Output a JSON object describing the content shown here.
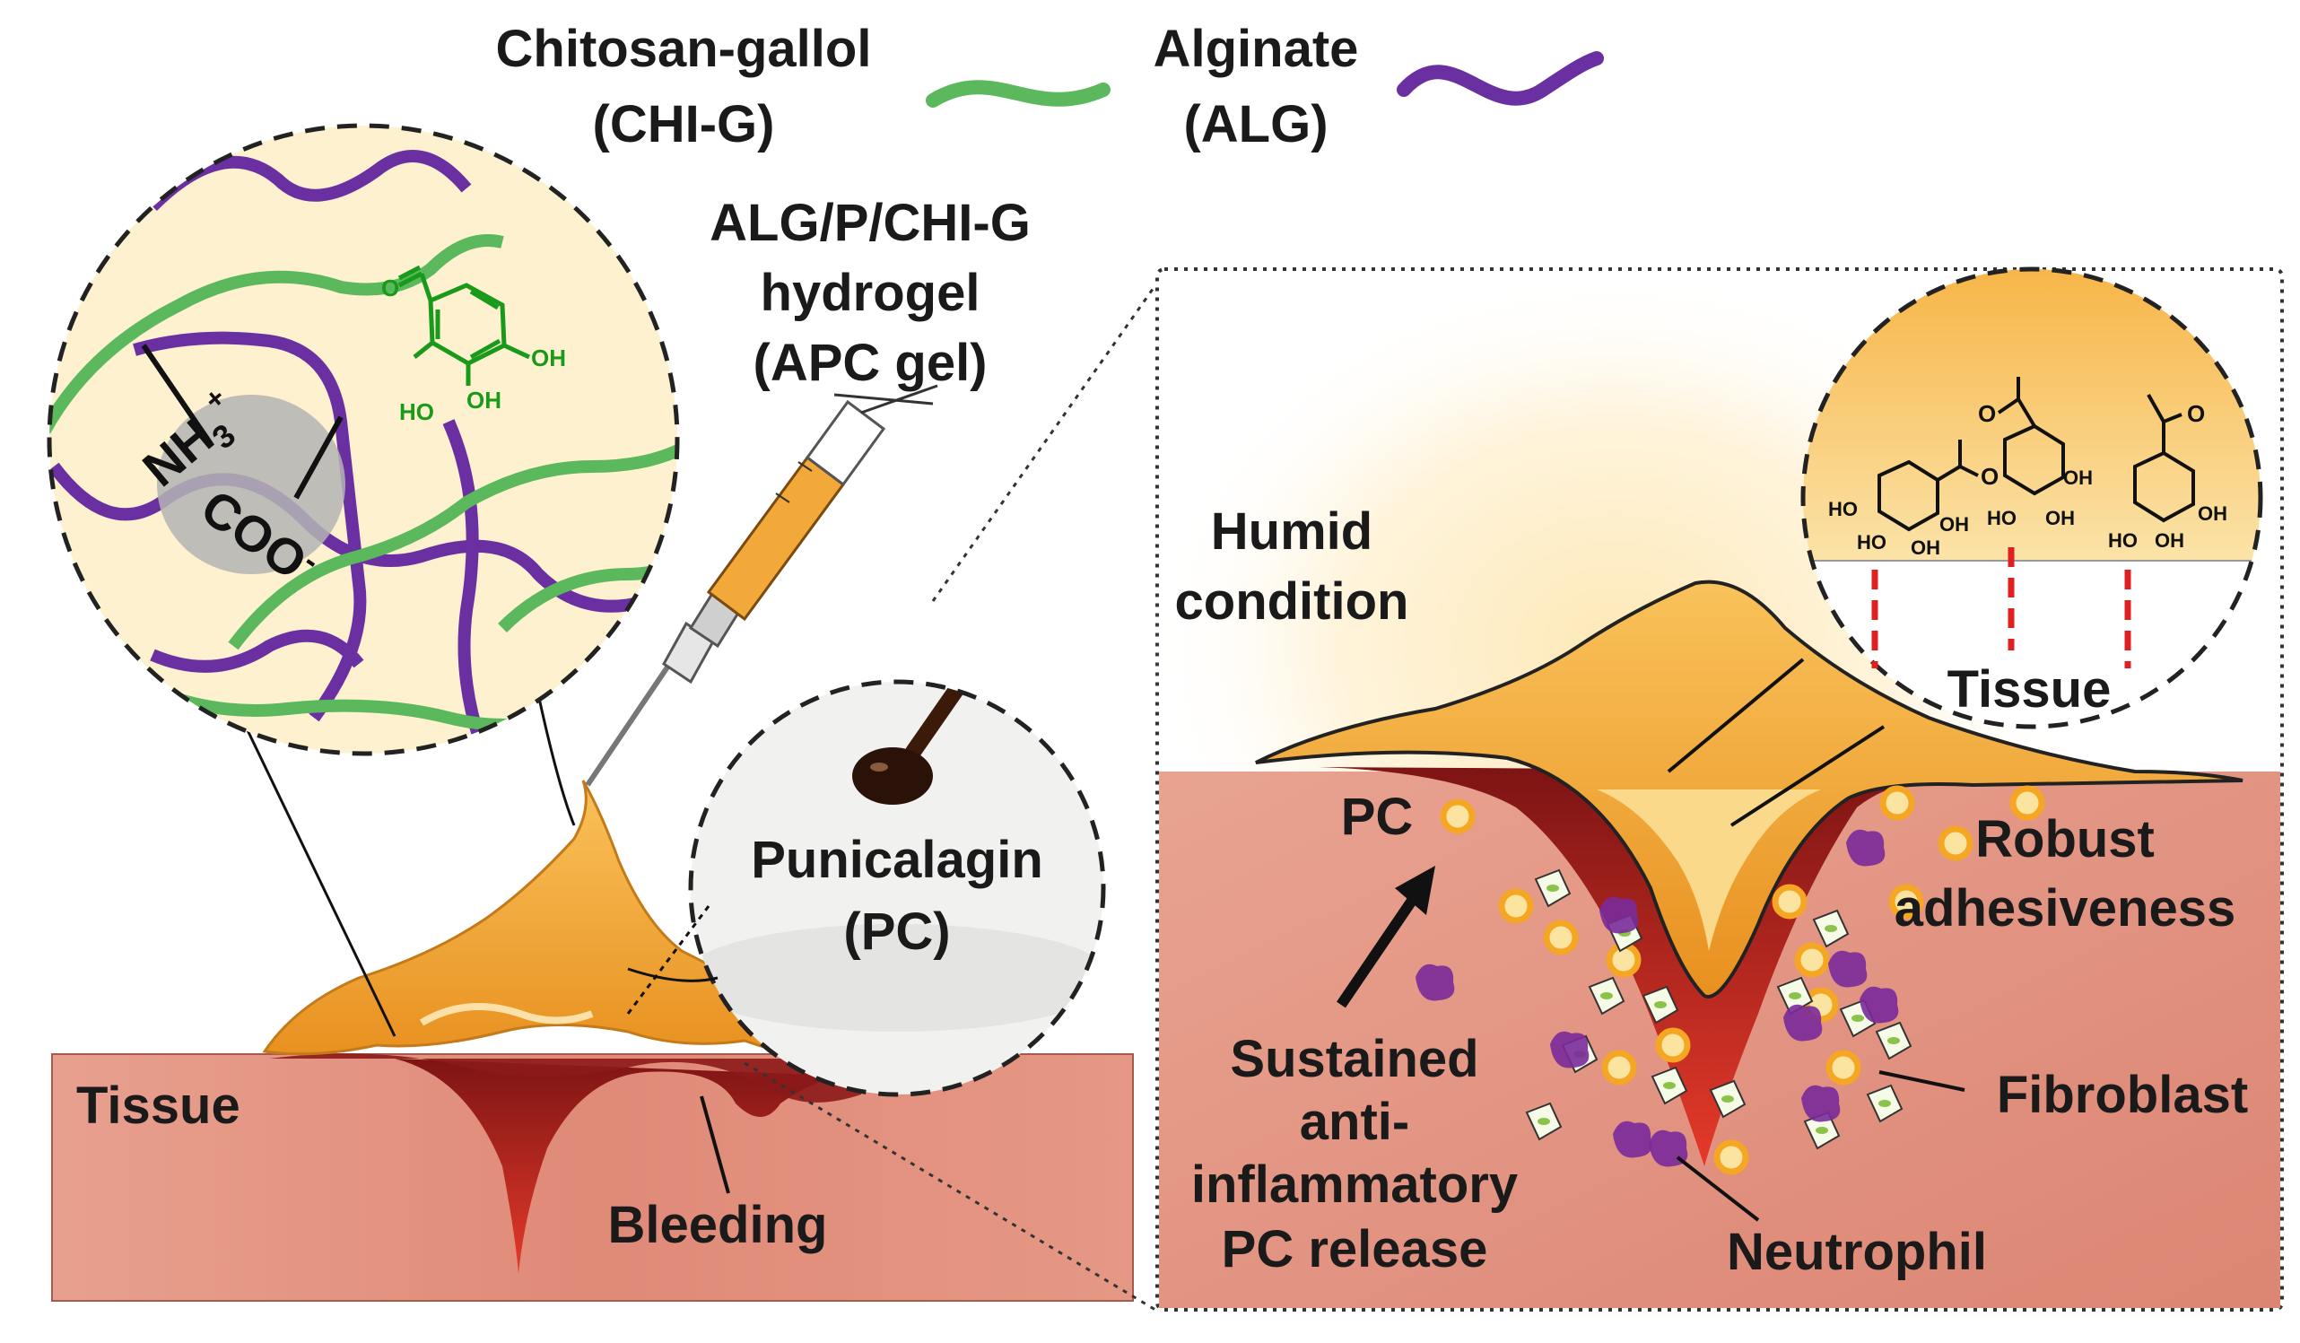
{
  "legend": {
    "chitosan_line1": "Chitosan-gallol",
    "chitosan_line2": "(CHI-G)",
    "alginate_line1": "Alginate",
    "alginate_line2": "(ALG)"
  },
  "hydrogel": {
    "line1": "ALG/P/CHI-G",
    "line2": "hydrogel",
    "line3": "(APC gel)"
  },
  "network": {
    "amine": "NH",
    "amine_sub": "3",
    "amine_sup": "+",
    "carboxylate": "COO",
    "carboxylate_sup": "-",
    "carbonyl_o": "O",
    "hydroxyl_right": "OH",
    "hydroxyl_lower": "OH",
    "hydroxyl_left": "HO"
  },
  "punicalagin": {
    "line1": "Punicalagin",
    "line2": "(PC)"
  },
  "left_panel": {
    "tissue": "Tissue",
    "bleeding": "Bleeding"
  },
  "right_panel": {
    "humid_line1": "Humid",
    "humid_line2": "condition",
    "tissue_inset": "Tissue",
    "pc": "PC",
    "robust_line1": "Robust",
    "robust_line2": "adhesiveness",
    "fibroblast": "Fibroblast",
    "neutrophil": "Neutrophil",
    "release_line1": "Sustained",
    "release_line2": "anti-",
    "release_line3": "inflammatory",
    "release_line4": "PC release"
  },
  "inset_chem": {
    "o1": "O",
    "o2": "O",
    "o3": "O",
    "ho1": "HO",
    "oh1": "OH",
    "ho1b": "HO",
    "oh1b": "OH",
    "ho2": "HO",
    "oh2": "OH",
    "oh2b": "OH",
    "ho3": "HO",
    "oh3": "OH",
    "oh3b": "OH"
  },
  "colors": {
    "chitosan": "#5cb85c",
    "alginate": "#6a2fa0",
    "chem_green": "#1a9a1a",
    "gel_orange": "#f2a431",
    "tissue": "#e38d7c",
    "blood": "#8c1a1a",
    "dashed_red": "#e02020",
    "pc_dot": "#f5a623",
    "neutrophil": "#7a2a9a"
  }
}
